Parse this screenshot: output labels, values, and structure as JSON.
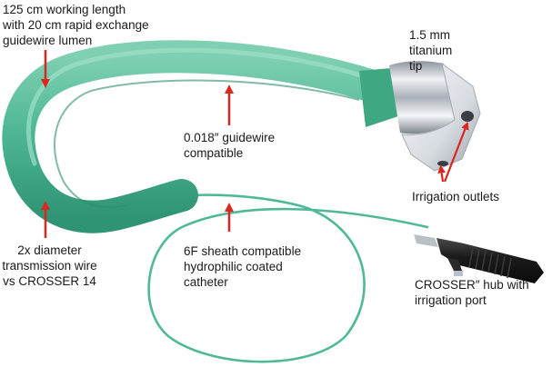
{
  "figure": {
    "subject": "CROSSER catheter device",
    "colors": {
      "catheter_green": "#4fb896",
      "catheter_dark": "#2f9474",
      "arrow_red": "#d8281f",
      "tip_metal": "#c9ced4",
      "hub_black": "#1c1c1c",
      "text": "#1a1a1a"
    }
  },
  "callouts": {
    "working_length": {
      "lines": [
        "125 cm working length",
        "with 20 cm rapid exchange",
        "guidewire lumen"
      ]
    },
    "titanium_tip": {
      "lines": [
        "1.5 mm",
        "titanium",
        "tip"
      ]
    },
    "guidewire": {
      "lines": [
        "0.018″ guidewire",
        "compatible"
      ]
    },
    "irrigation_outlets": {
      "lines": [
        "Irrigation outlets"
      ]
    },
    "transmission_wire": {
      "lines": [
        "2x diameter",
        "transmission wire",
        "vs CROSSER 14"
      ]
    },
    "sheath": {
      "lines": [
        "6F sheath compatible",
        "hydrophilic coated",
        "catheter"
      ]
    },
    "hub": {
      "lines": [
        "CROSSER″ hub with",
        "irrigation port"
      ]
    }
  }
}
